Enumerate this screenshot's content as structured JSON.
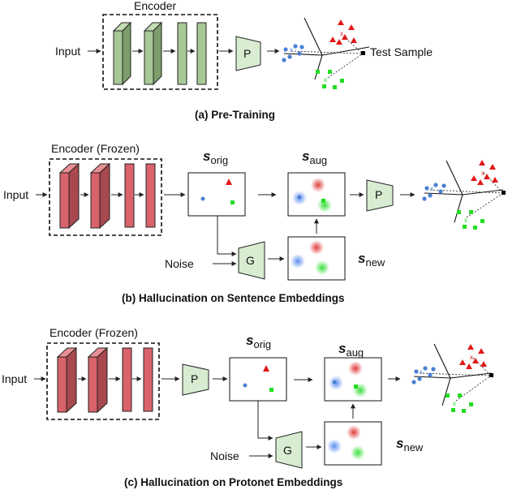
{
  "panel_a": {
    "encoder_label": "Encoder",
    "input_label": "Input",
    "projector_label": "P",
    "test_label": "Test Sample",
    "caption": "(a) Pre-Training"
  },
  "panel_b": {
    "encoder_label": "Encoder (Frozen)",
    "input_label": "Input",
    "noise_label": "Noise",
    "generator_label": "G",
    "projector_label": "P",
    "s_orig_main": "s",
    "s_orig_sub": "orig",
    "s_aug_main": "s",
    "s_aug_sub": "aug",
    "s_new_main": "s",
    "s_new_sub": "new",
    "caption": "(b) Hallucination on Sentence Embeddings"
  },
  "panel_c": {
    "encoder_label": "Encoder (Frozen)",
    "input_label": "Input",
    "noise_label": "Noise",
    "generator_label": "G",
    "projector_label": "P",
    "s_orig_main": "s",
    "s_orig_sub": "orig",
    "s_aug_main": "s",
    "s_aug_sub": "aug",
    "s_new_main": "s",
    "s_new_sub": "new",
    "caption": "(c) Hallucination on Protonet Embeddings"
  },
  "colors": {
    "green_layer": "#a8c896",
    "red_layer": "#d9636a",
    "box_fill": "#d8ecd2",
    "class_blue": "#4a7fd4",
    "class_red": "#e01818",
    "class_green": "#22dd22"
  }
}
